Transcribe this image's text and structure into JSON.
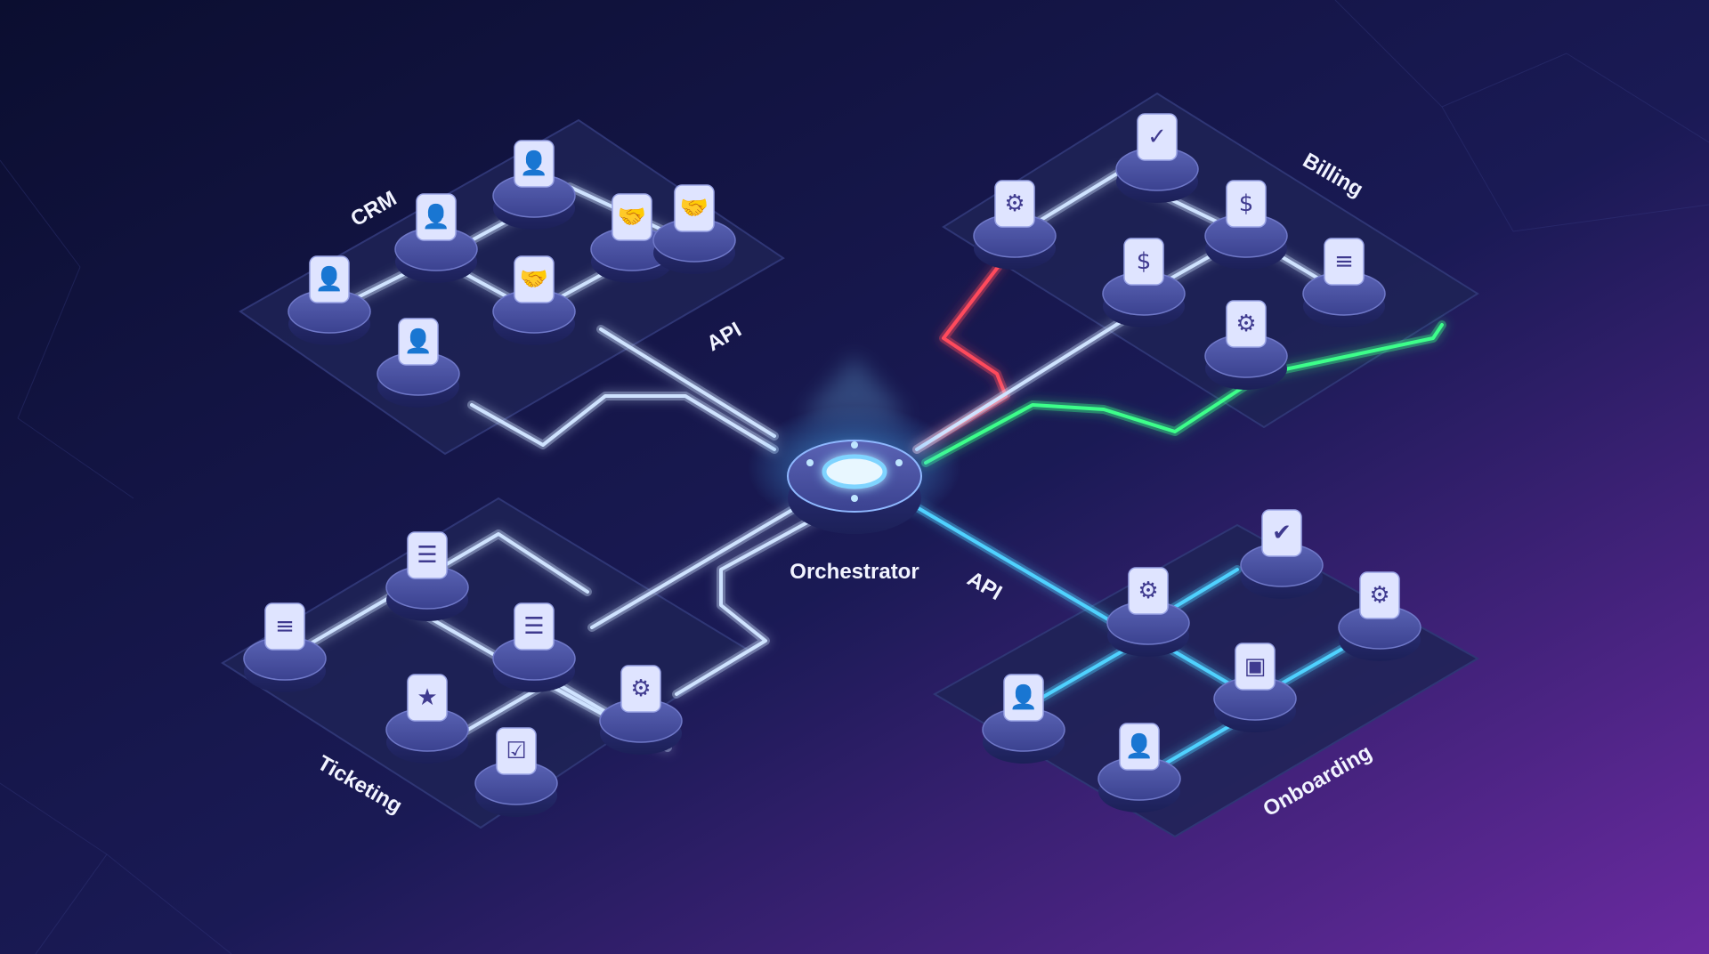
{
  "labels": {
    "crm": "CRM",
    "billing": "Billing",
    "ticketing": "Ticketing",
    "onboarding": "Onboarding",
    "orchestrator": "Orchestrator",
    "api_top": "API",
    "api_bottom": "API"
  },
  "colors": {
    "bg_left": "#0c0f33",
    "bg_right": "#6a2aa0",
    "platform": "#1e2356",
    "puck": "#3d4590",
    "link_white": "#cfe3ff",
    "link_red": "#ff4a5c",
    "link_green": "#3dff8a",
    "link_cyan": "#4fd2ff",
    "check_green": "#2ecc71"
  },
  "modules": [
    {
      "name": "crm",
      "icons": [
        "user-badge-icon",
        "user-chat-icon",
        "user-icon",
        "handshake-icon",
        "handshake-icon",
        "handshake-icon",
        "user-badge-icon"
      ]
    },
    {
      "name": "billing",
      "icons": [
        "gear-icon",
        "receipt-check-icon",
        "invoice-icon",
        "dollar-coin-icon",
        "document-icon",
        "gear-icon"
      ]
    },
    {
      "name": "ticketing",
      "icons": [
        "document-icon",
        "checklist-icon",
        "checklist-icon",
        "ticket-icon",
        "gear-icon",
        "clipboard-icon"
      ]
    },
    {
      "name": "onboarding",
      "icons": [
        "gear-icon",
        "checkmark-icon",
        "gear-icon",
        "user-icon",
        "id-card-icon",
        "user-check-icon"
      ]
    }
  ]
}
